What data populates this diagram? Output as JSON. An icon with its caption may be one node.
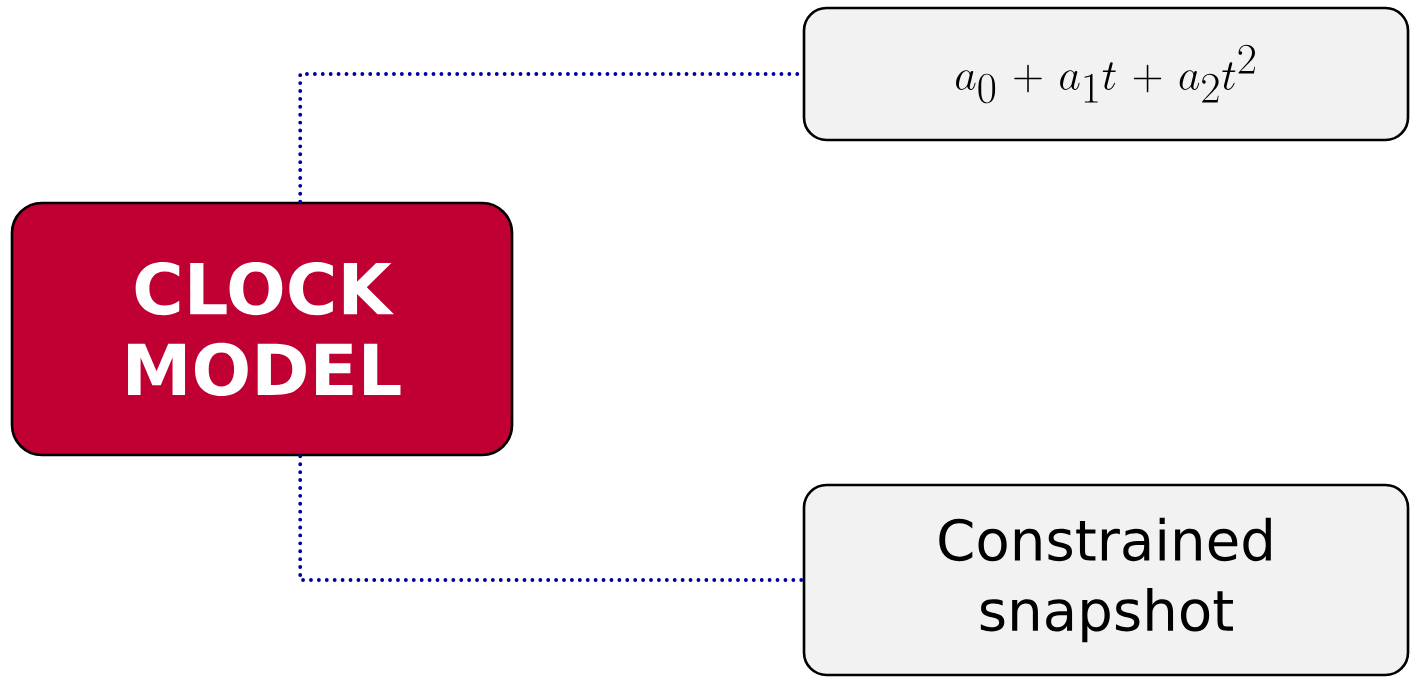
{
  "diagram": {
    "nodes": [
      {
        "text": [
          "CLOCK MODEL"
        ]
      },
      {
        "text": [
          "a_0 + a_1 t + a_2 t^2"
        ]
      },
      {
        "text": [
          "Constrained snapshot"
        ]
      }
    ],
    "edges": [
      {
        "from": 0,
        "to": 1,
        "arrow": "none"
      },
      {
        "from": 0,
        "to": 2,
        "arrow": "none"
      }
    ]
  }
}
